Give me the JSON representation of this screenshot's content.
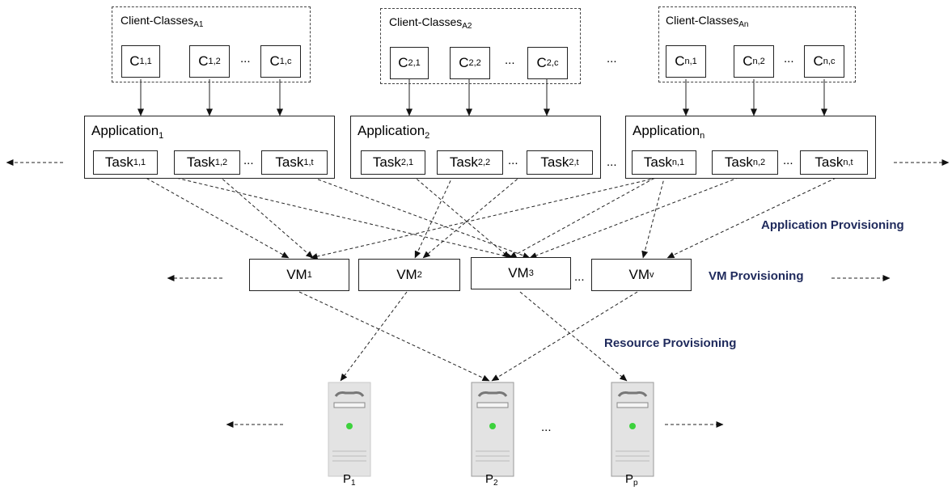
{
  "client_groups": [
    {
      "title": "Client-Classes",
      "title_sub": "A1",
      "clients": [
        {
          "base": "C",
          "sub": "1,1"
        },
        {
          "base": "C",
          "sub": "1,2"
        },
        {
          "base": "C",
          "sub": "1,c"
        }
      ]
    },
    {
      "title": "Client-Classes",
      "title_sub": "A2",
      "clients": [
        {
          "base": "C",
          "sub": "2,1"
        },
        {
          "base": "C",
          "sub": "2,2"
        },
        {
          "base": "C",
          "sub": "2,c"
        }
      ]
    },
    {
      "title": "Client-Classes",
      "title_sub": "An",
      "clients": [
        {
          "base": "C",
          "sub": "n,1"
        },
        {
          "base": "C",
          "sub": "n,2"
        },
        {
          "base": "C",
          "sub": "n,c"
        }
      ]
    }
  ],
  "applications": [
    {
      "title": "Application",
      "title_sub": "1",
      "tasks": [
        {
          "base": "Task",
          "sub": "1,1"
        },
        {
          "base": "Task",
          "sub": "1,2"
        },
        {
          "base": "Task",
          "sub": "1,t"
        }
      ]
    },
    {
      "title": "Application",
      "title_sub": "2",
      "tasks": [
        {
          "base": "Task",
          "sub": "2,1"
        },
        {
          "base": "Task",
          "sub": "2,2"
        },
        {
          "base": "Task",
          "sub": "2,t"
        }
      ]
    },
    {
      "title": "Application",
      "title_sub": "n",
      "tasks": [
        {
          "base": "Task",
          "sub": "n,1"
        },
        {
          "base": "Task",
          "sub": "n,2"
        },
        {
          "base": "Task",
          "sub": "n,t"
        }
      ]
    }
  ],
  "vms": [
    {
      "base": "VM",
      "sub": "1"
    },
    {
      "base": "VM",
      "sub": "2"
    },
    {
      "base": "VM",
      "sub": "3"
    },
    {
      "base": "VM",
      "sub": "v"
    }
  ],
  "servers": [
    {
      "base": "P",
      "sub": "1"
    },
    {
      "base": "P",
      "sub": "2"
    },
    {
      "base": "P",
      "sub": "p"
    }
  ],
  "ellipsis": "...",
  "labels": {
    "application_provisioning": "Application Provisioning",
    "vm_provisioning": "VM Provisioning",
    "resource_provisioning": "Resource Provisioning"
  },
  "colors": {
    "provisioning_text": "#1f2a5c",
    "server_led": "#3dd23d",
    "server_body": "#e3e3e3"
  }
}
